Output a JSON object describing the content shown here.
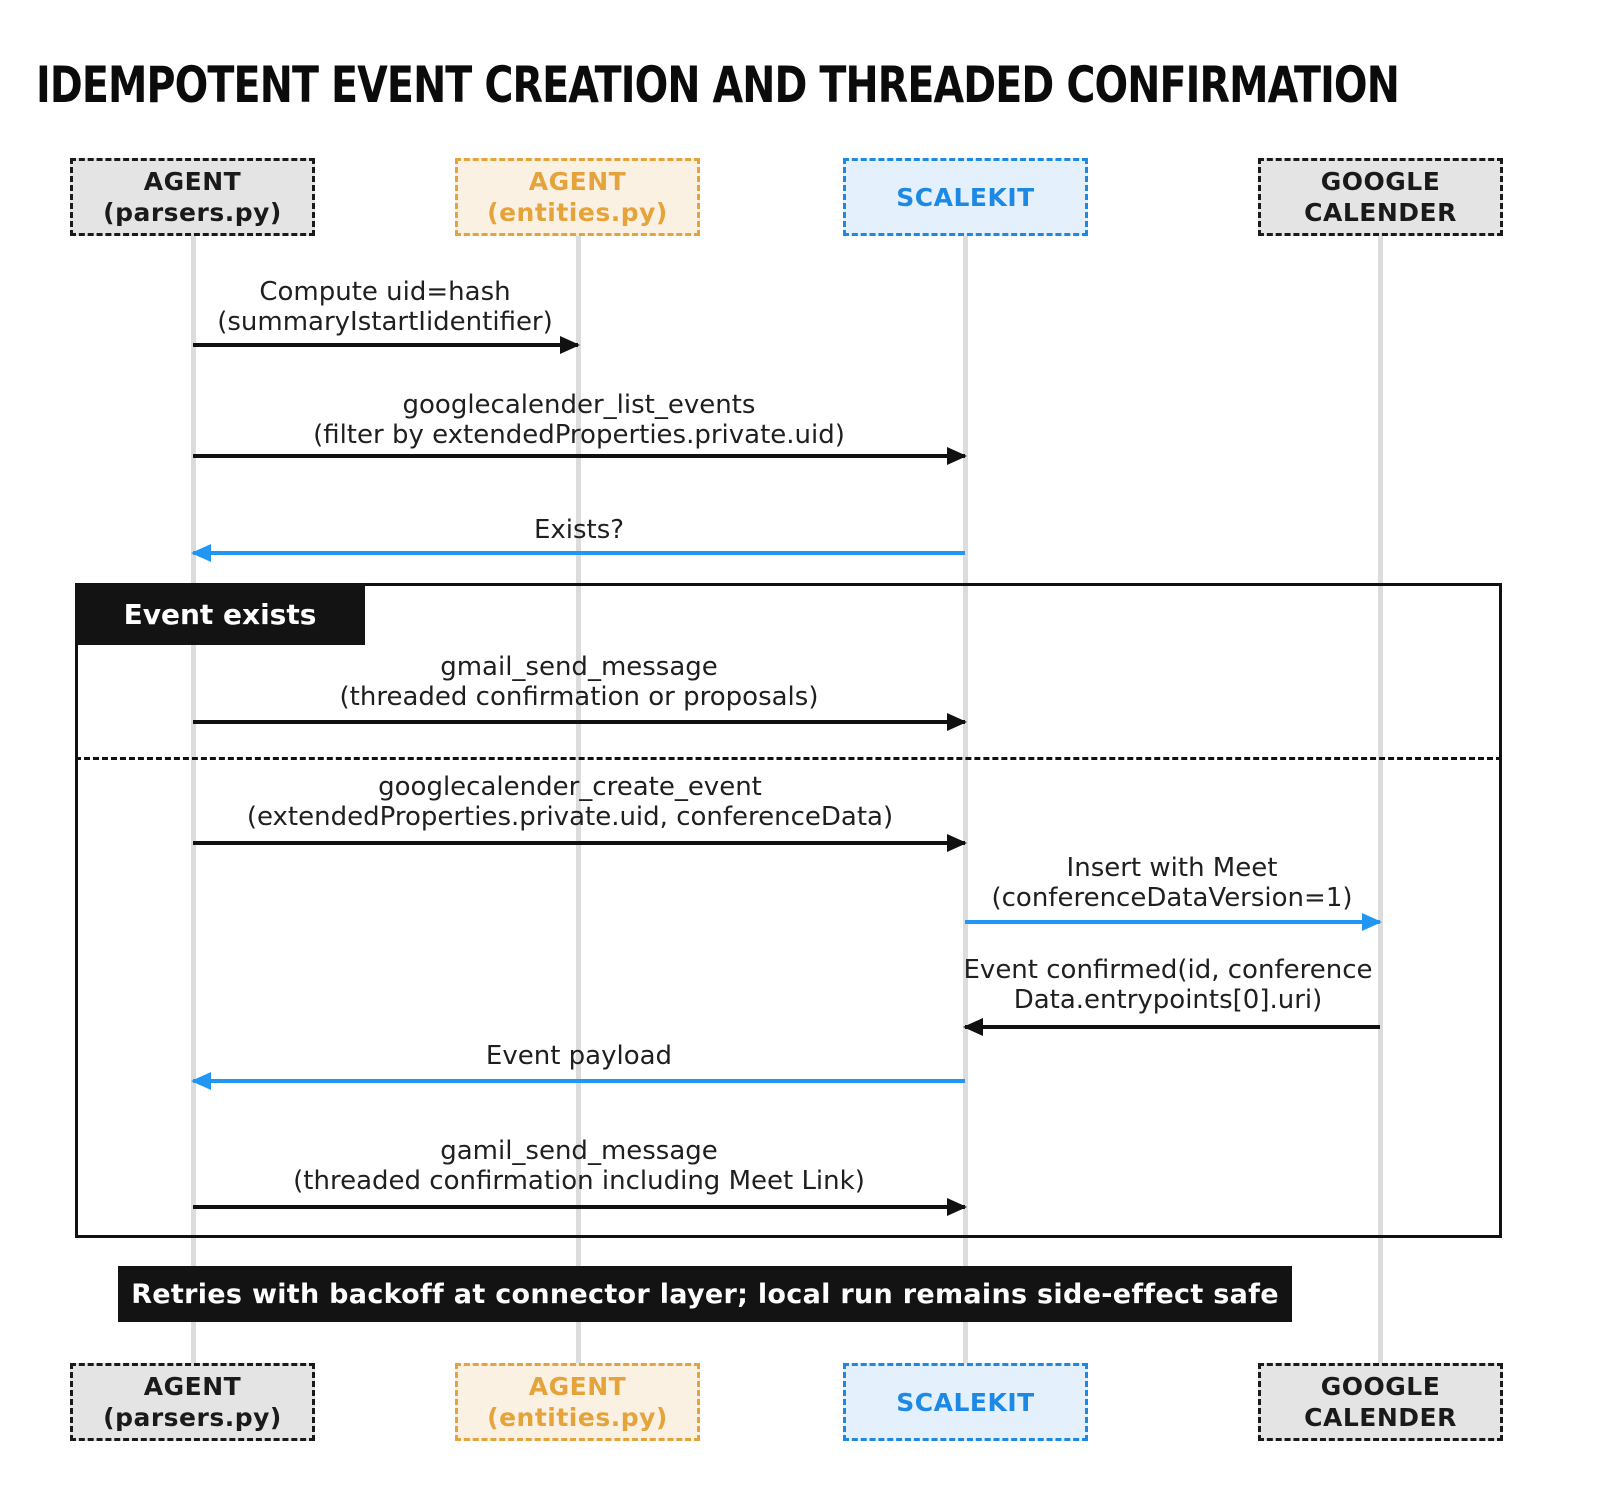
{
  "title": "IDEMPOTENT EVENT CREATION AND THREADED CONFIRMATION",
  "participants": [
    {
      "id": "agent-parsers",
      "line1": "AGENT",
      "line2": "(parsers.py)",
      "style": "gray"
    },
    {
      "id": "agent-entities",
      "line1": "AGENT",
      "line2": "(entities.py)",
      "style": "orange"
    },
    {
      "id": "scalekit",
      "line1": "SCALEKIT",
      "line2": "",
      "style": "blue"
    },
    {
      "id": "google-calender",
      "line1": "GOOGLE",
      "line2": "CALENDER",
      "style": "gray"
    }
  ],
  "messages": [
    {
      "line1": "Compute uid=hash",
      "line2": "(summaryIstartIidentifier)",
      "from": "agent-parsers",
      "to": "agent-entities",
      "color": "black"
    },
    {
      "line1": "googlecalender_list_events",
      "line2": "(filter by extendedProperties.private.uid)",
      "from": "agent-parsers",
      "to": "scalekit",
      "color": "black"
    },
    {
      "line1": "Exists?",
      "line2": "",
      "from": "scalekit",
      "to": "agent-parsers",
      "color": "blue"
    },
    {
      "line1": "gmail_send_message",
      "line2": "(threaded confirmation or proposals)",
      "from": "agent-parsers",
      "to": "scalekit",
      "color": "black"
    },
    {
      "line1": "googlecalender_create_event",
      "line2": "(extendedProperties.private.uid, conferenceData)",
      "from": "agent-parsers",
      "to": "scalekit",
      "color": "black"
    },
    {
      "line1": "Insert with Meet",
      "line2": "(conferenceDataVersion=1)",
      "from": "scalekit",
      "to": "google-calender",
      "color": "blue"
    },
    {
      "line1": "Event confirmed(id, conference",
      "line2": "Data.entrypoints[0].uri)",
      "from": "google-calender",
      "to": "scalekit",
      "color": "black"
    },
    {
      "line1": "Event payload",
      "line2": "",
      "from": "scalekit",
      "to": "agent-parsers",
      "color": "blue"
    },
    {
      "line1": "gamil_send_message",
      "line2": "(threaded confirmation including Meet Link)",
      "from": "agent-parsers",
      "to": "scalekit",
      "color": "black"
    }
  ],
  "fragment": {
    "label": "Event exists"
  },
  "note": "Retries with backoff at connector layer; local run remains side-effect safe",
  "colors": {
    "black_arrow": "#111111",
    "blue_arrow": "#2196f3",
    "orange_accent": "#e5a33c",
    "blue_accent": "#1e88e5",
    "gray_box_bg": "#e4e4e4",
    "orange_box_bg": "#fbf1e2",
    "blue_box_bg": "#e4f0fc",
    "lifeline": "#dcdcdc",
    "bar_bg": "#131313"
  }
}
